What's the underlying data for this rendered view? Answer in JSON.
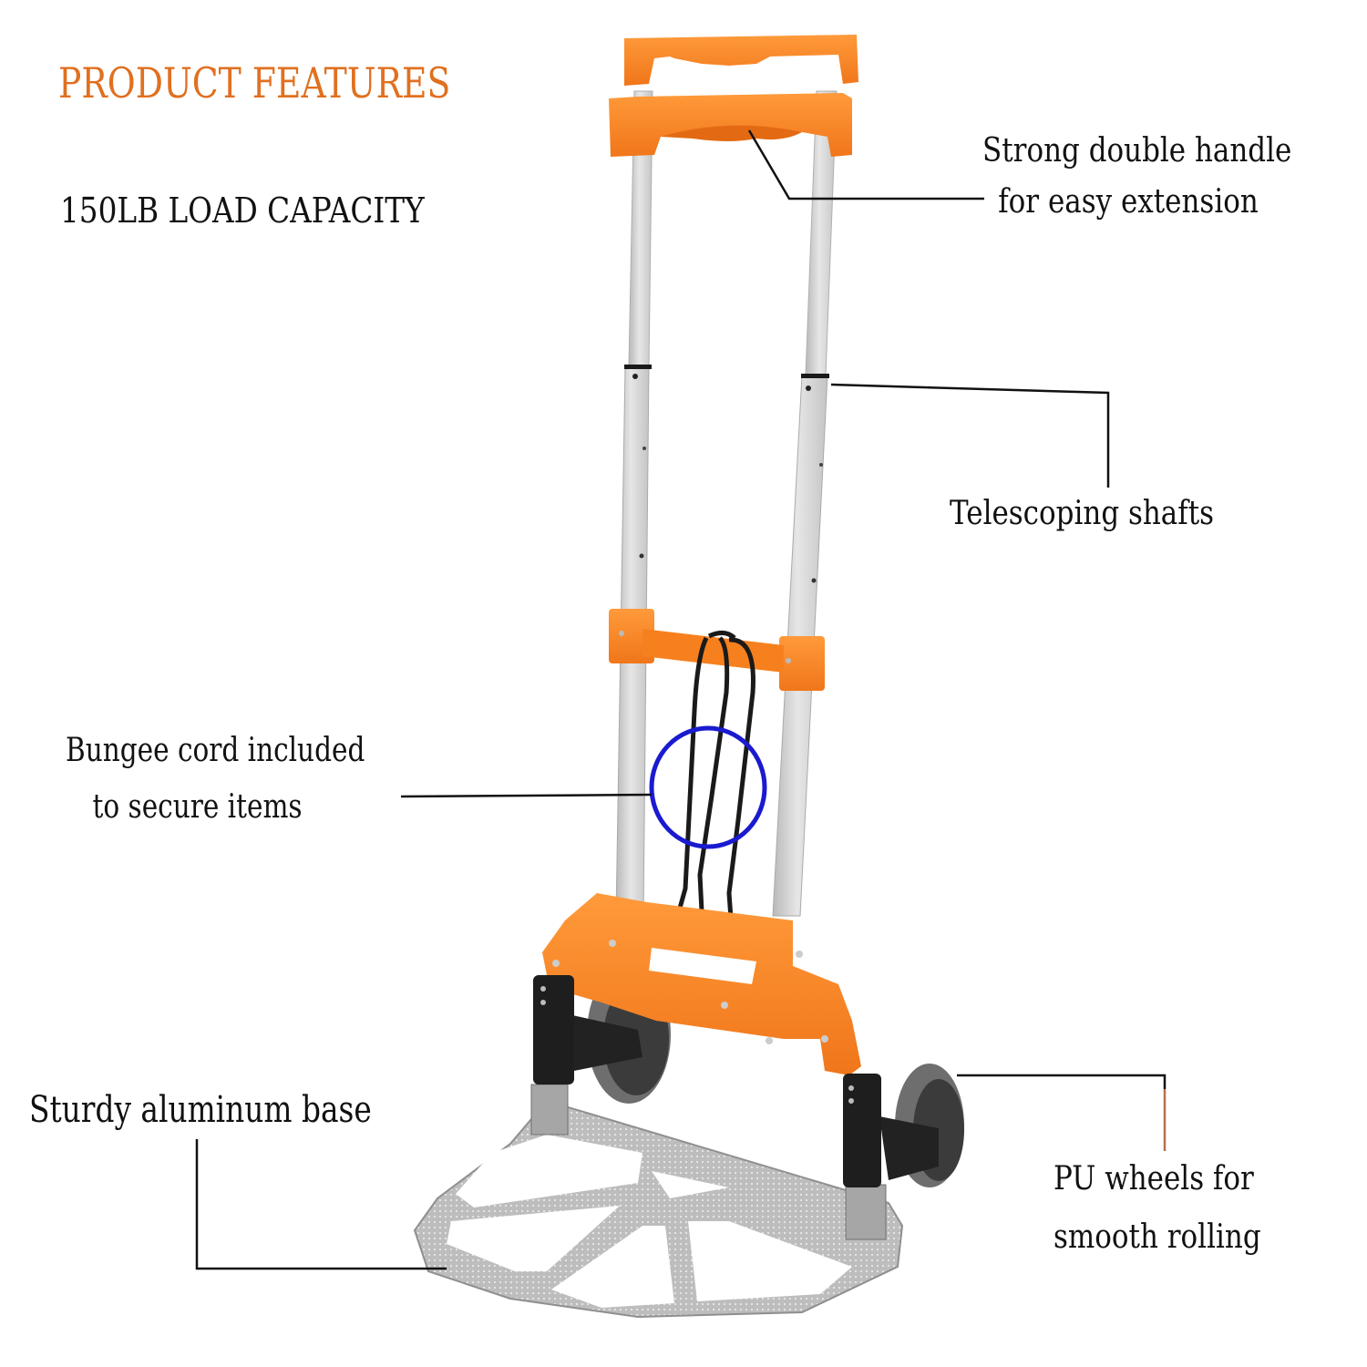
{
  "header": {
    "title": "PRODUCT FEATURES",
    "capacity": "150LB LOAD CAPACITY"
  },
  "features": [
    {
      "id": "handle",
      "line1": "Strong double handle",
      "line2": "for easy extension"
    },
    {
      "id": "telescoping",
      "line1": "Telescoping shafts"
    },
    {
      "id": "bungee",
      "line1": "Bungee cord included",
      "line2": "to secure items"
    },
    {
      "id": "base",
      "line1": "Sturdy aluminum base"
    },
    {
      "id": "wheels",
      "line1": "PU wheels for",
      "line2": "smooth rolling"
    }
  ],
  "colors": {
    "title": "#e07020",
    "frame_orange": "#f7801e",
    "aluminum": "#d4d4d4",
    "highlight_circle": "#1a1ad0",
    "callout_line": "#111111"
  }
}
